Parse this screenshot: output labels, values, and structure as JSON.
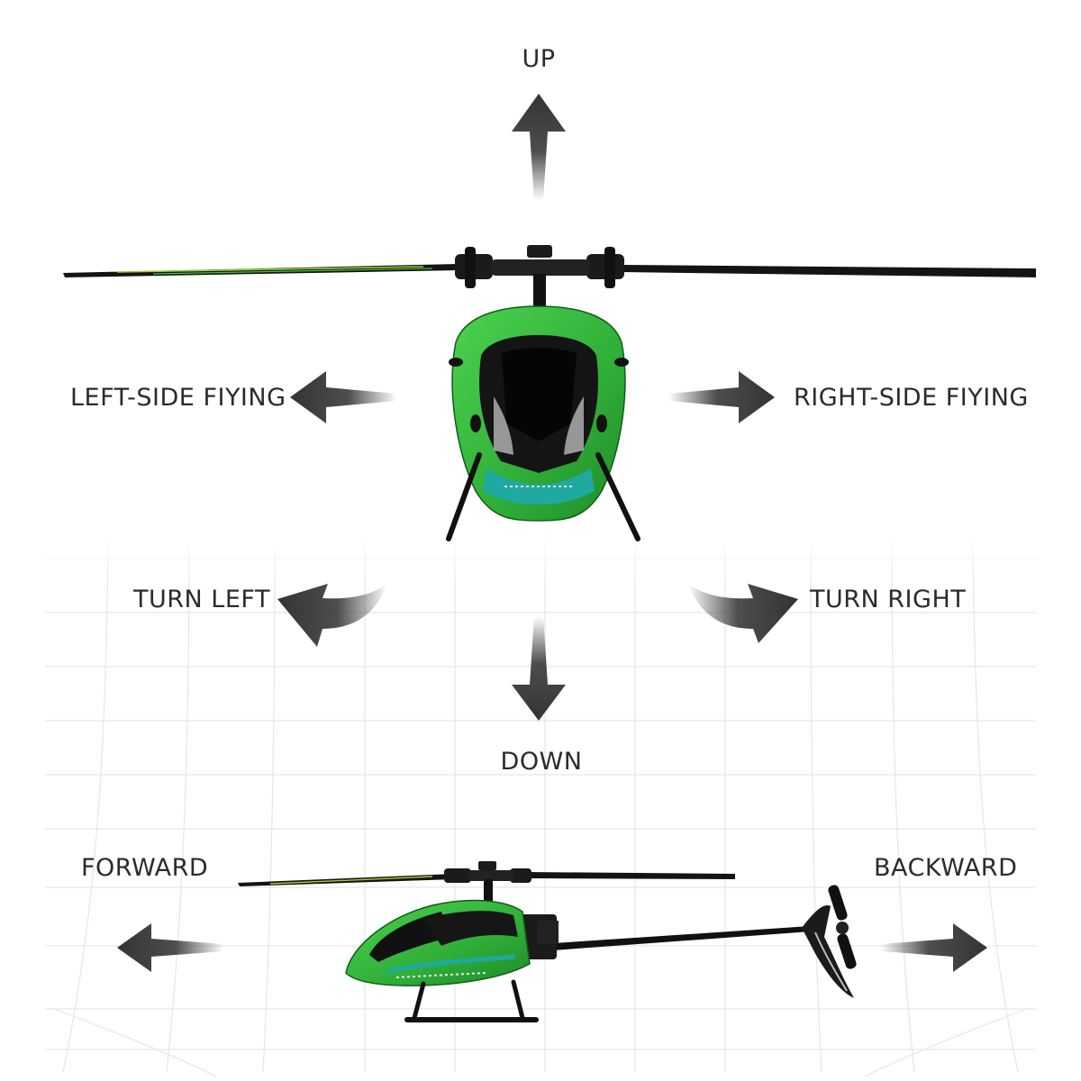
{
  "labels": {
    "up": "UP",
    "left_side": "LEFT-SIDE FIYING",
    "right_side": "RIGHT-SIDE FIYING",
    "turn_left": "TURN LEFT",
    "turn_right": "TURN RIGHT",
    "down": "DOWN",
    "forward": "FORWARD",
    "backward": "BACKWARD"
  },
  "colors": {
    "text": "#2b2b2b",
    "arrow": "#3a3a3a",
    "body_green": "#33b33a",
    "body_dark": "#151515",
    "accent_teal": "#1fa9a0",
    "grid": "#e4e4e4"
  },
  "icons": {
    "arrows": [
      "up-arrow-icon",
      "down-arrow-icon",
      "left-arrow-icon",
      "right-arrow-icon",
      "turn-left-arrow-icon",
      "turn-right-arrow-icon",
      "forward-arrow-icon",
      "backward-arrow-icon"
    ],
    "illustrations": [
      "helicopter-front-view",
      "helicopter-side-view"
    ]
  }
}
